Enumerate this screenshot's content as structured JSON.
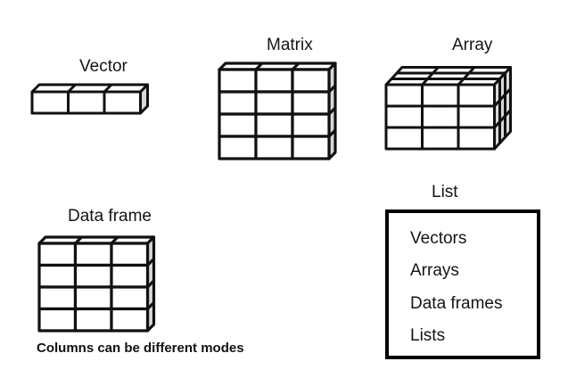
{
  "diagram": {
    "title": "R data structures",
    "structures": [
      {
        "id": "vector",
        "label": "Vector",
        "rows": 1,
        "cols": 3,
        "depth": 1
      },
      {
        "id": "matrix",
        "label": "Matrix",
        "rows": 4,
        "cols": 3,
        "depth": 1
      },
      {
        "id": "array",
        "label": "Array",
        "rows": 3,
        "cols": 3,
        "depth": 3
      },
      {
        "id": "data-frame",
        "label": "Data frame",
        "rows": 4,
        "cols": 3,
        "depth": 1,
        "caption": "Columns can be different modes"
      }
    ],
    "list": {
      "label": "List",
      "items": [
        "Vectors",
        "Arrays",
        "Data frames",
        "Lists"
      ]
    },
    "colors": {
      "stroke": "#111111",
      "face": "#ffffff",
      "side": "#d9d9d9"
    }
  }
}
